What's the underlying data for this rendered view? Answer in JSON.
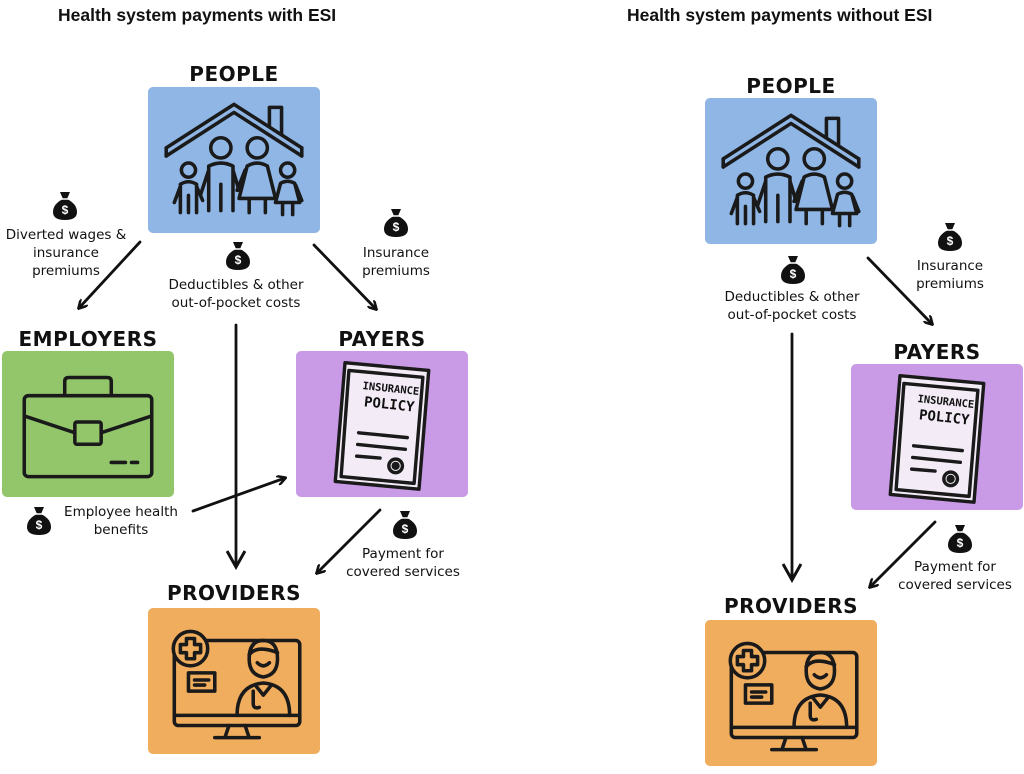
{
  "panels": [
    {
      "title": "Health system payments with ESI",
      "nodes": {
        "people": "PEOPLE",
        "employers": "EMPLOYERS",
        "payers": "PAYERS",
        "providers": "PROVIDERS"
      },
      "flows": {
        "diverted": [
          "Diverted wages &",
          "insurance",
          "premiums"
        ],
        "deductibles": [
          "Deductibles & other",
          "out-of-pocket costs"
        ],
        "premiums": [
          "Insurance",
          "premiums"
        ],
        "benefits": [
          "Employee health",
          "benefits"
        ],
        "payment": [
          "Payment for",
          "covered services"
        ]
      },
      "policy_text": [
        "INSURANCE",
        "POLICY"
      ]
    },
    {
      "title": "Health system payments without ESI",
      "nodes": {
        "people": "PEOPLE",
        "payers": "PAYERS",
        "providers": "PROVIDERS"
      },
      "flows": {
        "deductibles": [
          "Deductibles & other",
          "out-of-pocket costs"
        ],
        "premiums": [
          "Insurance",
          "premiums"
        ],
        "payment": [
          "Payment for",
          "covered services"
        ]
      },
      "policy_text": [
        "INSURANCE",
        "POLICY"
      ]
    }
  ],
  "bag_symbol": "$",
  "icons": [
    "family-house-icon",
    "briefcase-icon",
    "insurance-policy-icon",
    "telehealth-doctor-icon",
    "money-bag-icon"
  ],
  "colors": {
    "people": "#8fb6e4",
    "employers": "#93c66b",
    "payers": "#c99ae6",
    "providers": "#f1ad5e",
    "arrows": "#111111"
  }
}
